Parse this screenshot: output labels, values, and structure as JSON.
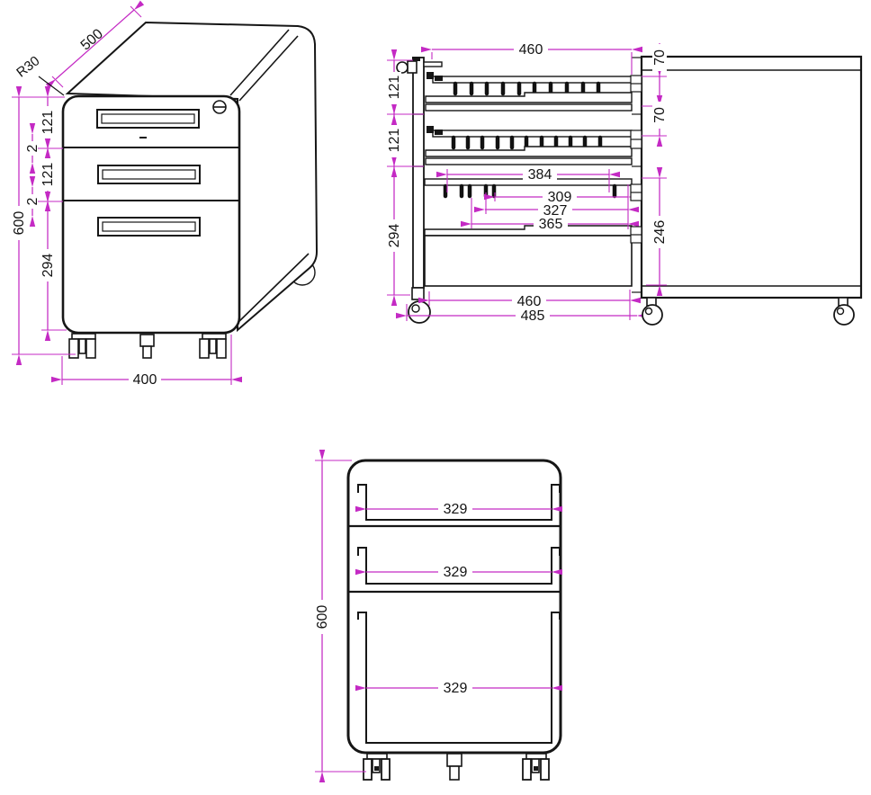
{
  "drawing": {
    "background_color": "#ffffff",
    "line_color": "#161616",
    "dimension_color": "#c42ac4",
    "text_color": "#141414",
    "views": {
      "perspective": {
        "dims": {
          "depth": "500",
          "corner_radius": "R30",
          "overall_height": "600",
          "drawer1_front_height": "121",
          "gap1": "2",
          "drawer2_front_height": "121",
          "gap2": "2",
          "lower_front_height": "294",
          "overall_width": "400"
        }
      },
      "side_section": {
        "dims": {
          "inner_depth_top": "460",
          "drawer1_height": "121",
          "drawer2_height": "121",
          "lower_height": "294",
          "rail_span": "384",
          "span_309": "309",
          "span_327": "327",
          "span_365": "365",
          "inner_depth_bottom": "460",
          "overall_depth": "485"
        }
      },
      "side_outline": {
        "dims": {
          "slide_gap_top": "70",
          "slide_gap_mid": "70",
          "lower_panel_height": "246"
        }
      },
      "front": {
        "dims": {
          "overall_height": "600",
          "drawer1_width": "329",
          "drawer2_width": "329",
          "drawer3_width": "329"
        }
      }
    }
  }
}
